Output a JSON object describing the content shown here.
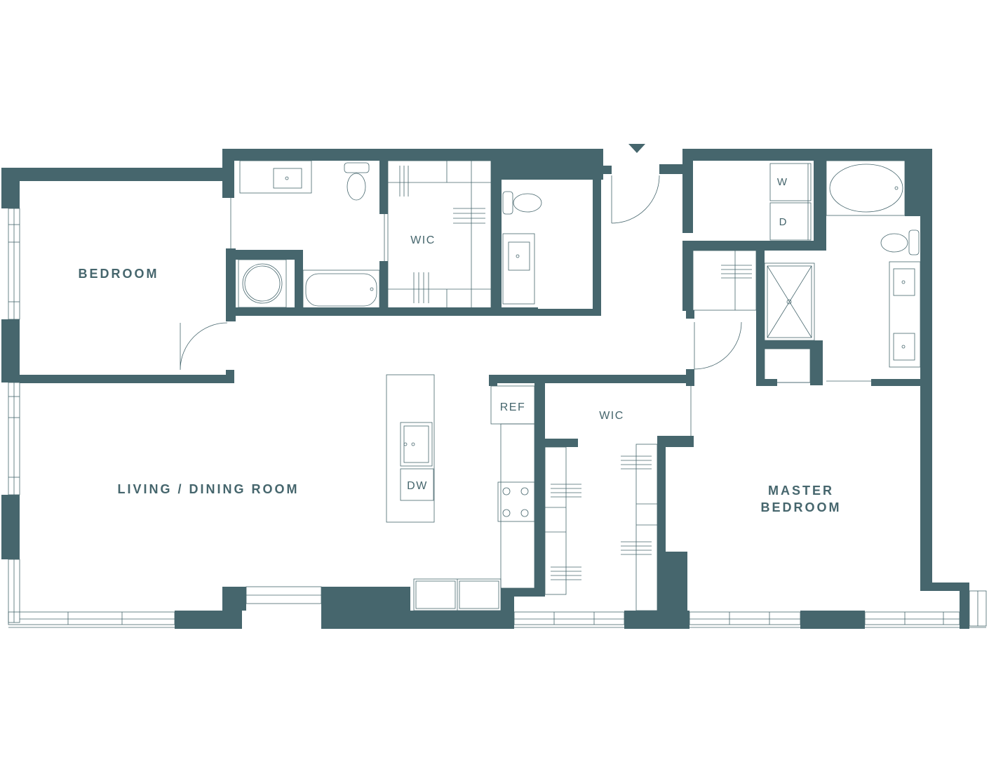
{
  "rooms": {
    "bedroom": "BEDROOM",
    "living_dining": "LIVING / DINING ROOM",
    "wic_upper": "WIC",
    "wic_lower": "WIC",
    "master_line1": "MASTER",
    "master_line2": "BEDROOM"
  },
  "fixtures": {
    "washer": "W",
    "dryer": "D",
    "refrigerator": "REF",
    "dishwasher": "DW"
  },
  "colors": {
    "wall": "#46666d",
    "background": "#ffffff"
  },
  "icons": {
    "entry": "entry-arrow-icon"
  }
}
